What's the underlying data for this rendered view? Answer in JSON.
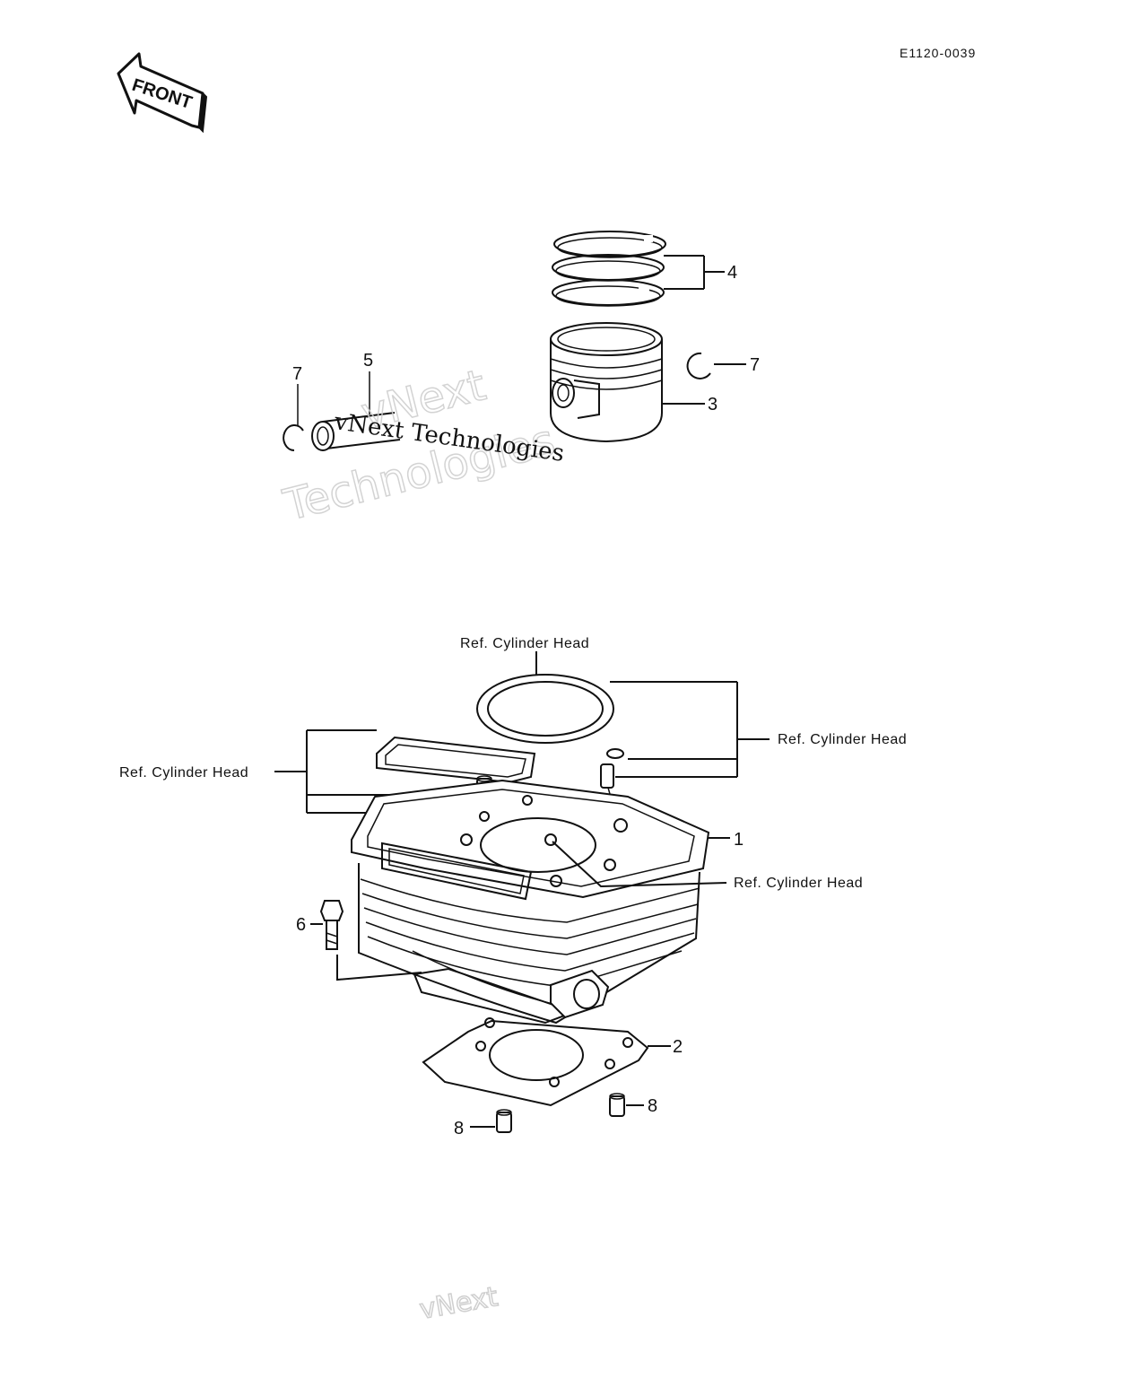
{
  "document_code": "E1120-0039",
  "front_label": "FRONT",
  "callouts": {
    "c1": "1",
    "c2": "2",
    "c3": "3",
    "c4": "4",
    "c5": "5",
    "c6": "6",
    "c7a": "7",
    "c7b": "7",
    "c8a": "8",
    "c8b": "8"
  },
  "references": {
    "top": "Ref. Cylinder Head",
    "left": "Ref. Cylinder Head",
    "right_upper": "Ref. Cylinder Head",
    "right_lower": "Ref. Cylinder Head"
  },
  "watermark": {
    "line1": "vNext",
    "line2": "Technologies",
    "inline": "vNext Technologies"
  }
}
